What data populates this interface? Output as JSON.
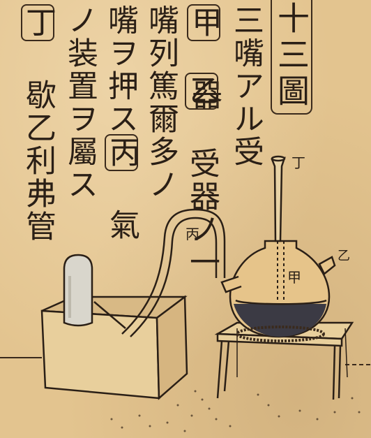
{
  "title": "十三圖",
  "columns": [
    {
      "text": "三嘴アル受"
    },
    {
      "marker": "甲",
      "text": "器"
    },
    {
      "marker": "乙",
      "text": "受器ノ一"
    },
    {
      "text": "嘴列篤爾多ノ"
    },
    {
      "text": "嘴ヲ押ス"
    },
    {
      "marker": "丙",
      "text": "氣"
    },
    {
      "text": "ノ装置ヲ屬ス"
    },
    {
      "marker": "丁",
      "text": "歇乙利弗管"
    }
  ],
  "diagram_labels": {
    "tube_top": "丁",
    "hose": "丙",
    "flask": "甲",
    "spout": "乙"
  }
}
